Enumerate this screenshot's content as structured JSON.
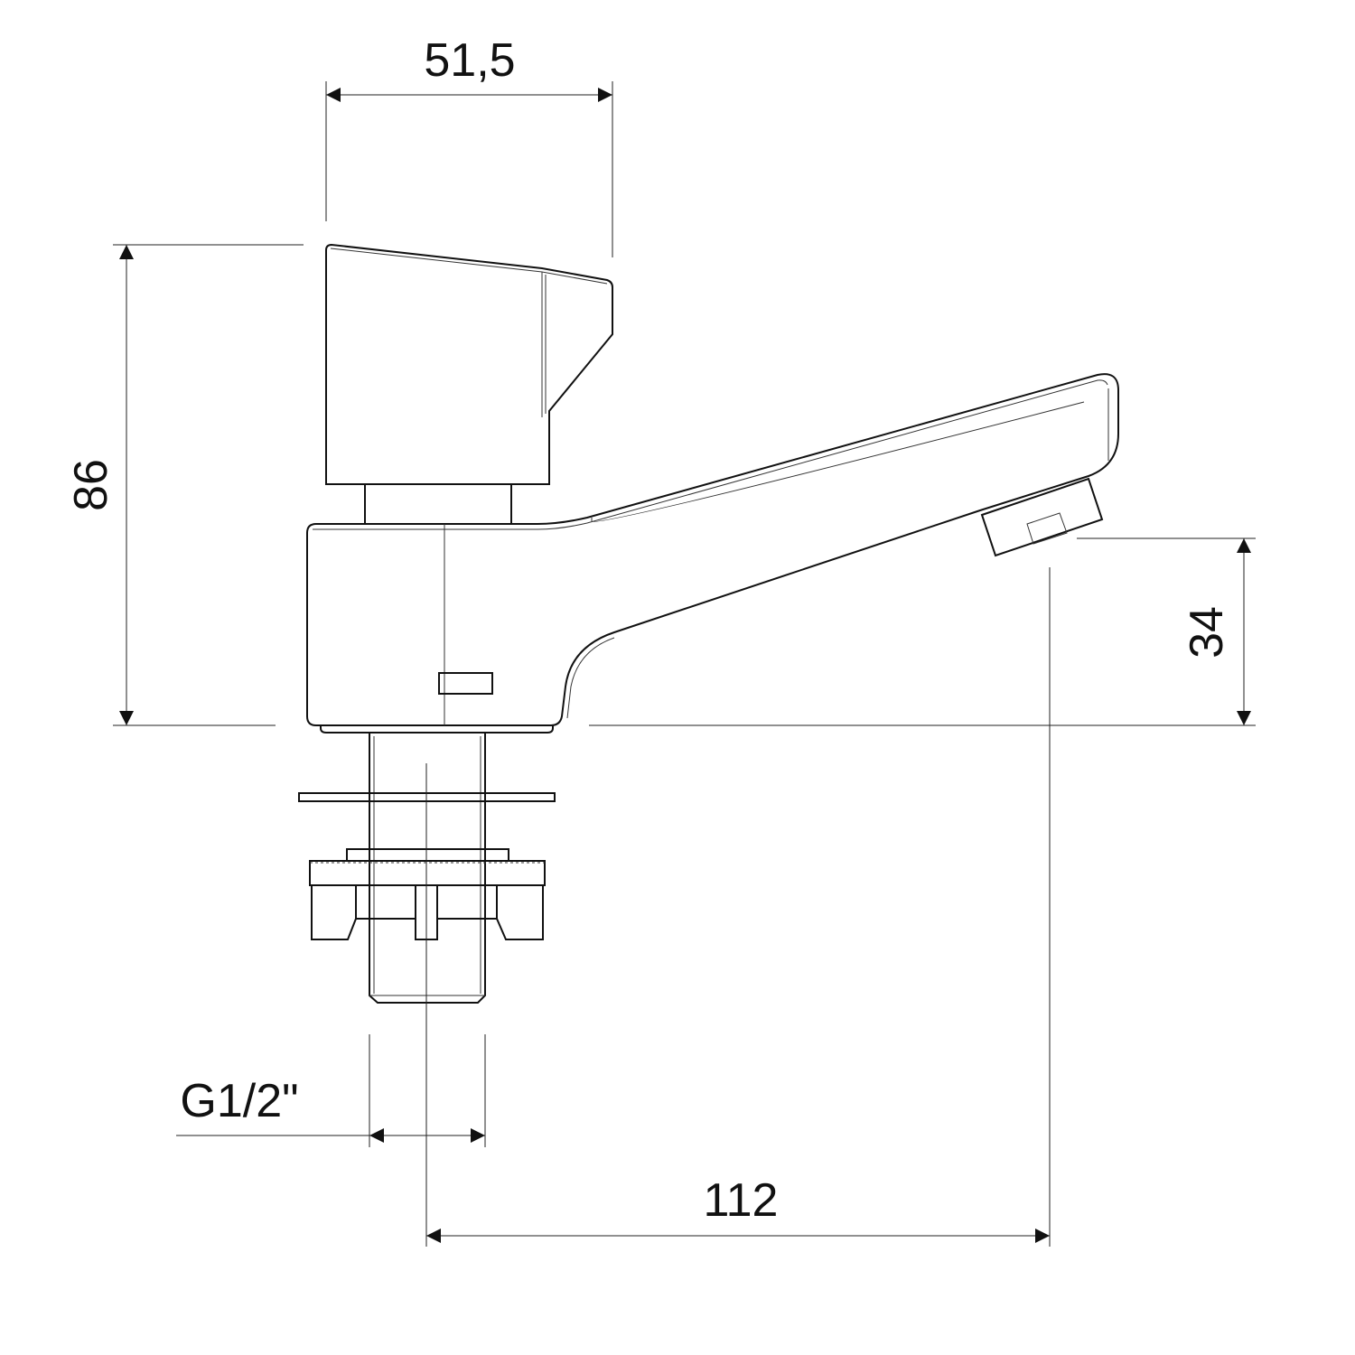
{
  "title": "Faucet side-view dimension drawing",
  "dimensions": {
    "handle_width": "51,5",
    "total_height": "86",
    "spout_height": "34",
    "spout_reach": "112",
    "thread": "G1/2\""
  },
  "colors": {
    "line": "#111111",
    "background": "#ffffff"
  }
}
